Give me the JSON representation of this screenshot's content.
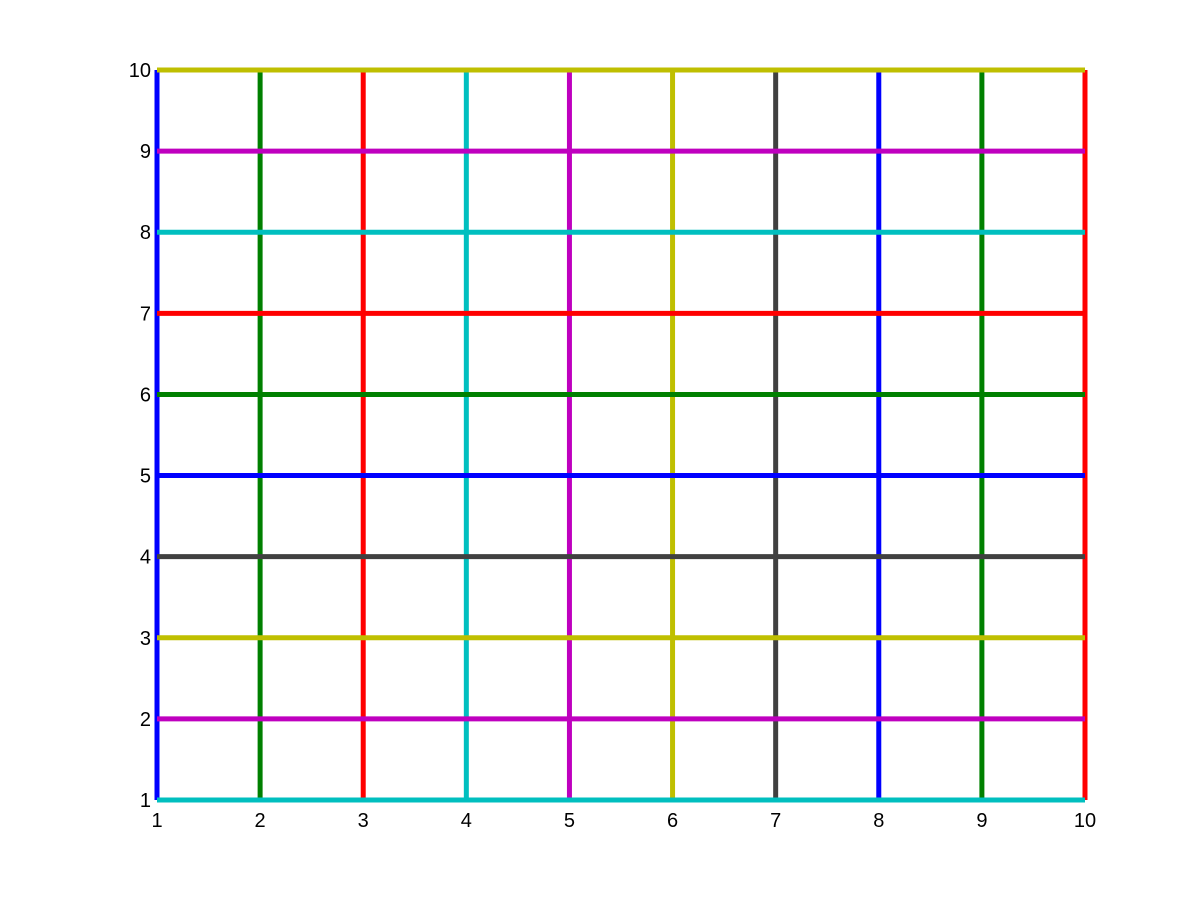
{
  "chart_data": {
    "type": "line",
    "title": "",
    "xlabel": "",
    "ylabel": "",
    "xlim": [
      1,
      10
    ],
    "ylim": [
      1,
      10
    ],
    "grid": false,
    "x_ticks": [
      "1",
      "2",
      "3",
      "4",
      "5",
      "6",
      "7",
      "8",
      "9",
      "10"
    ],
    "y_ticks": [
      "1",
      "2",
      "3",
      "4",
      "5",
      "6",
      "7",
      "8",
      "9",
      "10"
    ],
    "vertical_lines": [
      {
        "x": 1,
        "y": [
          1,
          10
        ],
        "color": "#0000ff"
      },
      {
        "x": 2,
        "y": [
          1,
          10
        ],
        "color": "#008000"
      },
      {
        "x": 3,
        "y": [
          1,
          10
        ],
        "color": "#ff0000"
      },
      {
        "x": 4,
        "y": [
          1,
          10
        ],
        "color": "#00bfbf"
      },
      {
        "x": 5,
        "y": [
          1,
          10
        ],
        "color": "#bf00bf"
      },
      {
        "x": 6,
        "y": [
          1,
          10
        ],
        "color": "#bfbf00"
      },
      {
        "x": 7,
        "y": [
          1,
          10
        ],
        "color": "#404040"
      },
      {
        "x": 8,
        "y": [
          1,
          10
        ],
        "color": "#0000ff"
      },
      {
        "x": 9,
        "y": [
          1,
          10
        ],
        "color": "#008000"
      },
      {
        "x": 10,
        "y": [
          1,
          10
        ],
        "color": "#ff0000"
      }
    ],
    "horizontal_lines": [
      {
        "y": 1,
        "x": [
          1,
          10
        ],
        "color": "#00bfbf"
      },
      {
        "y": 2,
        "x": [
          1,
          10
        ],
        "color": "#bf00bf"
      },
      {
        "y": 3,
        "x": [
          1,
          10
        ],
        "color": "#bfbf00"
      },
      {
        "y": 4,
        "x": [
          1,
          10
        ],
        "color": "#404040"
      },
      {
        "y": 5,
        "x": [
          1,
          10
        ],
        "color": "#0000ff"
      },
      {
        "y": 6,
        "x": [
          1,
          10
        ],
        "color": "#008000"
      },
      {
        "y": 7,
        "x": [
          1,
          10
        ],
        "color": "#ff0000"
      },
      {
        "y": 8,
        "x": [
          1,
          10
        ],
        "color": "#00bfbf"
      },
      {
        "y": 9,
        "x": [
          1,
          10
        ],
        "color": "#bf00bf"
      },
      {
        "y": 10,
        "x": [
          1,
          10
        ],
        "color": "#bfbf00"
      }
    ]
  }
}
